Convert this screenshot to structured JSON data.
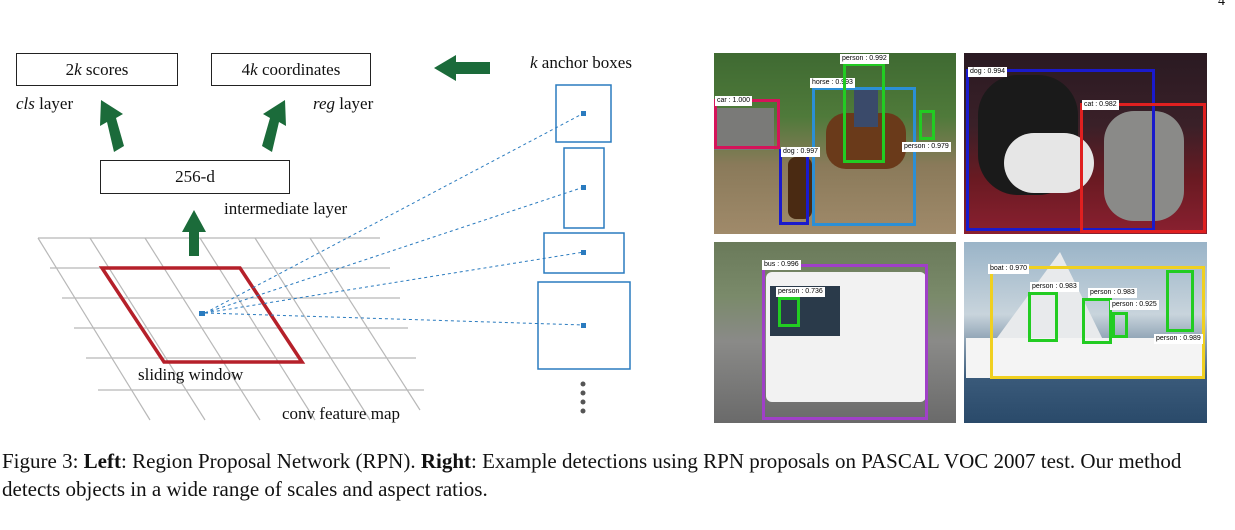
{
  "page_number": "4",
  "diagram": {
    "cls_box": {
      "num": "2",
      "k": "k",
      "rest": " scores"
    },
    "reg_box": {
      "num": "4",
      "k": "k",
      "rest": " coordinates"
    },
    "cls_label": {
      "italic": "cls",
      "rest": " layer"
    },
    "reg_label": {
      "italic": "reg",
      "rest": " layer"
    },
    "intermediate_box": "256-d",
    "intermediate_label": "intermediate layer",
    "sliding_window_label": "sliding window",
    "conv_map_label": "conv feature map",
    "anchor_label": {
      "k": "k",
      "rest": " anchor boxes"
    },
    "colors": {
      "arrow": "#1b6b3a",
      "window": "#b5202a",
      "anchor": "#2a7bbf",
      "grid": "#b8b8b8"
    }
  },
  "detections": {
    "image1": [
      {
        "label": "car : 1.000",
        "color": "#d4145a"
      },
      {
        "label": "horse : 0.993",
        "color": "#2b8fd6"
      },
      {
        "label": "person : 0.992",
        "color": "#22cc22"
      },
      {
        "label": "dog : 0.997",
        "color": "#1a1acc"
      },
      {
        "label": "person : 0.979",
        "color": "#22cc22"
      }
    ],
    "image2": [
      {
        "label": "dog : 0.994",
        "color": "#1a1acc"
      },
      {
        "label": "cat : 0.982",
        "color": "#e02020"
      }
    ],
    "image3": [
      {
        "label": "bus : 0.996",
        "color": "#a040c8"
      },
      {
        "label": "person : 0.736",
        "color": "#22cc22"
      }
    ],
    "image4": [
      {
        "label": "boat : 0.970",
        "color": "#f0d020"
      },
      {
        "label": "person : 0.983",
        "color": "#22cc22"
      },
      {
        "label": "person : 0.983",
        "color": "#22cc22"
      },
      {
        "label": "person : 0.925",
        "color": "#22cc22"
      },
      {
        "label": "person : 0.989",
        "color": "#22cc22"
      }
    ]
  },
  "caption": {
    "prefix": "Figure 3: ",
    "left_bold": "Left",
    "left_text": ": Region Proposal Network (RPN). ",
    "right_bold": "Right",
    "right_text": ": Example detections using RPN proposals on PASCAL VOC 2007 test. Our method detects objects in a wide range of scales and aspect ratios."
  }
}
